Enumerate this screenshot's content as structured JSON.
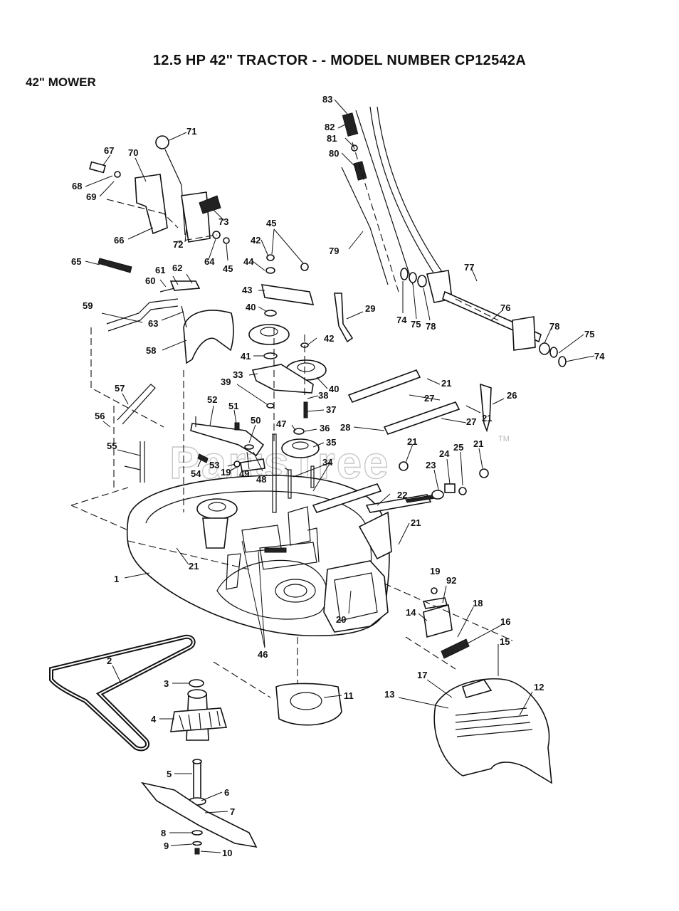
{
  "header": {
    "title": "12.5 HP 42\" TRACTOR - - MODEL NUMBER CP12542A",
    "subtitle": "42\" MOWER"
  },
  "watermark": {
    "text": "PartsTree",
    "trademark": "TM"
  },
  "callouts": {
    "c1": "1",
    "c2": "2",
    "c3": "3",
    "c4": "4",
    "c5": "5",
    "c6": "6",
    "c7": "7",
    "c8": "8",
    "c9": "9",
    "c10": "10",
    "c11": "11",
    "c12": "12",
    "c13": "13",
    "c14": "14",
    "c15": "15",
    "c16": "16",
    "c17": "17",
    "c18": "18",
    "c19a": "19",
    "c19b": "19",
    "c20": "20",
    "c21a": "21",
    "c21b": "21",
    "c21c": "21",
    "c21d": "21",
    "c21e": "21",
    "c21f": "21",
    "c22": "22",
    "c23": "23",
    "c24": "24",
    "c25": "25",
    "c26": "26",
    "c27a": "27",
    "c27b": "27",
    "c28": "28",
    "c29": "29",
    "c33": "33",
    "c34": "34",
    "c35": "35",
    "c36": "36",
    "c37": "37",
    "c38": "38",
    "c39": "39",
    "c40a": "40",
    "c40b": "40",
    "c41": "41",
    "c42a": "42",
    "c42b": "42",
    "c43": "43",
    "c44": "44",
    "c45a": "45",
    "c45b": "45",
    "c46": "46",
    "c47": "47",
    "c48": "48",
    "c49": "49",
    "c50": "50",
    "c51": "51",
    "c52": "52",
    "c53": "53",
    "c54": "54",
    "c55": "55",
    "c56": "56",
    "c57": "57",
    "c58": "58",
    "c59": "59",
    "c60": "60",
    "c61": "61",
    "c62": "62",
    "c63": "63",
    "c64": "64",
    "c65": "65",
    "c66": "66",
    "c67": "67",
    "c68": "68",
    "c69": "69",
    "c70": "70",
    "c71": "71",
    "c72": "72",
    "c73": "73",
    "c74a": "74",
    "c74b": "74",
    "c75a": "75",
    "c75b": "75",
    "c76": "76",
    "c77": "77",
    "c78a": "78",
    "c78b": "78",
    "c79": "79",
    "c80": "80",
    "c81": "81",
    "c82": "82",
    "c83": "83",
    "c92": "92"
  }
}
